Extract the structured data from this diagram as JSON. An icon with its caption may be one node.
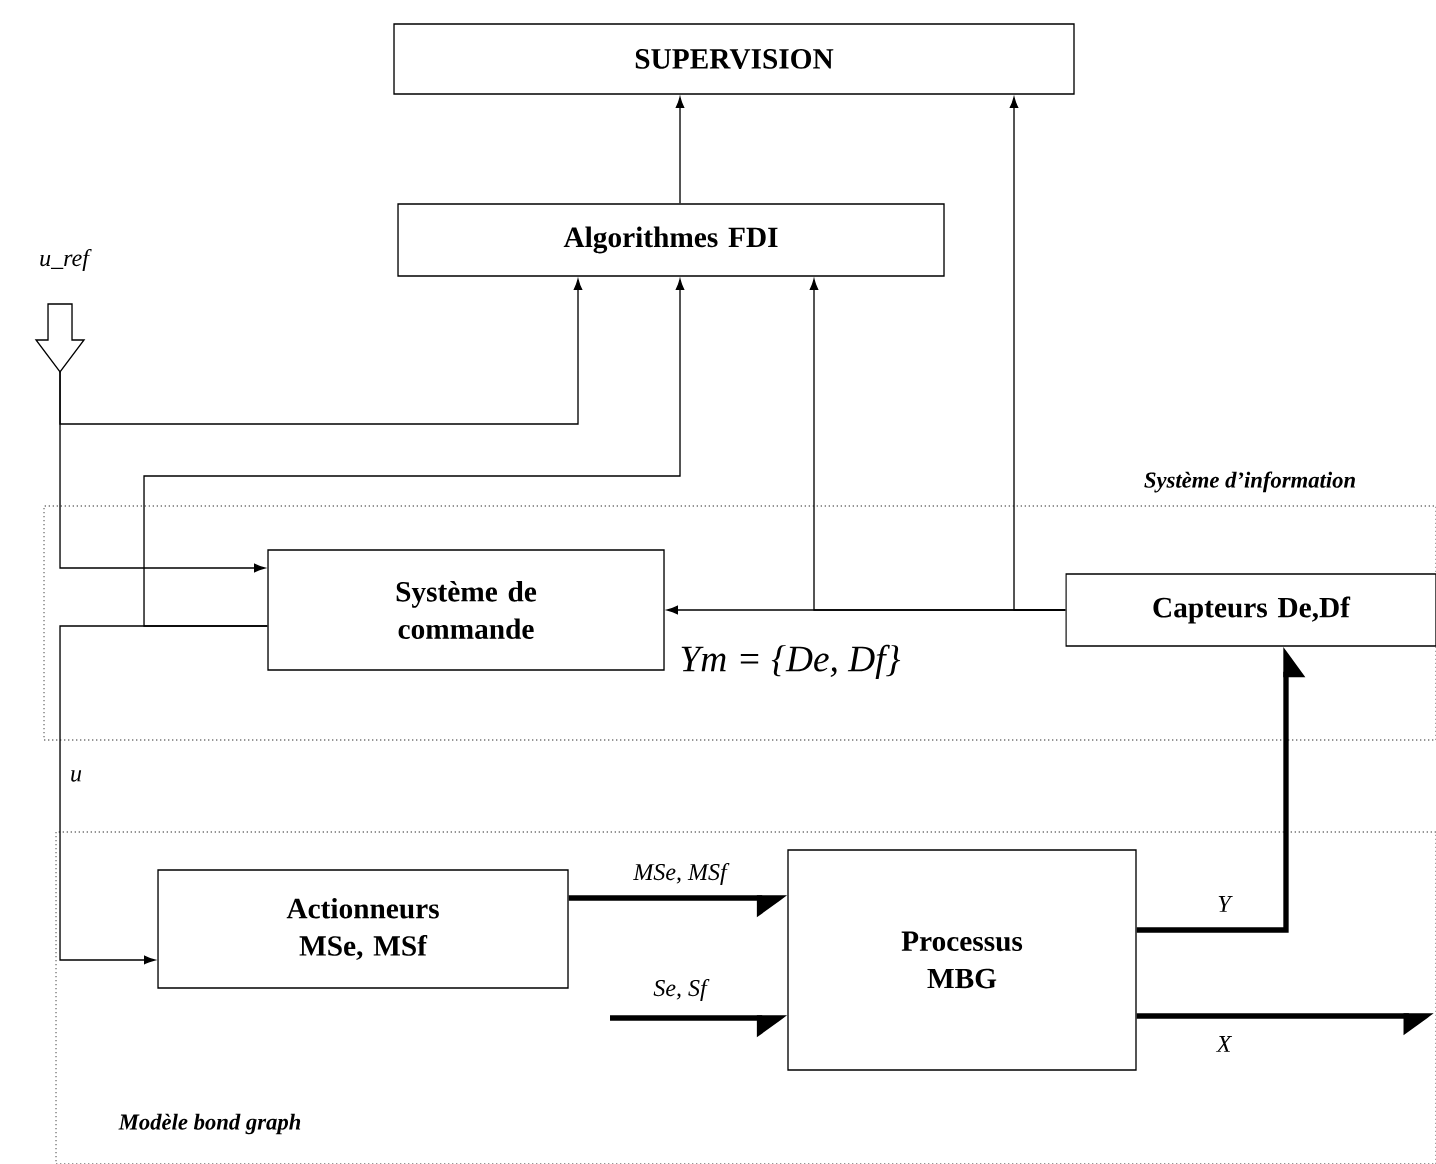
{
  "diagram": {
    "nodes": [
      {
        "text": [
          "SUPERVISION"
        ]
      },
      {
        "text": [
          "Algorithmes FDI"
        ]
      },
      {
        "text": [
          "u_ref"
        ]
      },
      {
        "text": [
          "Système d’information"
        ]
      },
      {
        "text": [
          "Système de commande"
        ],
        "in": 3
      },
      {
        "text": [
          "Capteurs De,Df"
        ],
        "in": 3
      },
      {
        "text": [
          "Modèle bond graph"
        ]
      },
      {
        "text": [
          "Actionneurs MSe, MSf"
        ],
        "in": 6
      },
      {
        "text": [
          "Processus MBG"
        ],
        "in": 6
      }
    ],
    "edges": [
      {
        "from": 1,
        "to": 0,
        "arrow": "to"
      },
      {
        "from": 5,
        "to": 0,
        "arrow": "to"
      },
      {
        "from": 5,
        "to": 1,
        "arrow": "to"
      },
      {
        "from": 5,
        "to": 4,
        "arrow": "to",
        "label": "Ym = {De, Df}"
      },
      {
        "from": 4,
        "to": 1,
        "arrow": "to"
      },
      {
        "from": 4,
        "to": 7,
        "arrow": "to",
        "label": "u"
      },
      {
        "from": 2,
        "to": 1,
        "arrow": "to"
      },
      {
        "from": 2,
        "to": 4,
        "arrow": "to"
      },
      {
        "from": 7,
        "to": 8,
        "arrow": "to",
        "label": "MSe, MSf",
        "style": "thick"
      },
      {
        "from": null,
        "to": 8,
        "arrow": "to",
        "label": "Se, Sf",
        "style": "thick"
      },
      {
        "from": 8,
        "to": 5,
        "arrow": "to",
        "label": "Y",
        "style": "thick"
      },
      {
        "from": 8,
        "to": null,
        "arrow": "to",
        "label": "X",
        "style": "thick"
      }
    ]
  }
}
